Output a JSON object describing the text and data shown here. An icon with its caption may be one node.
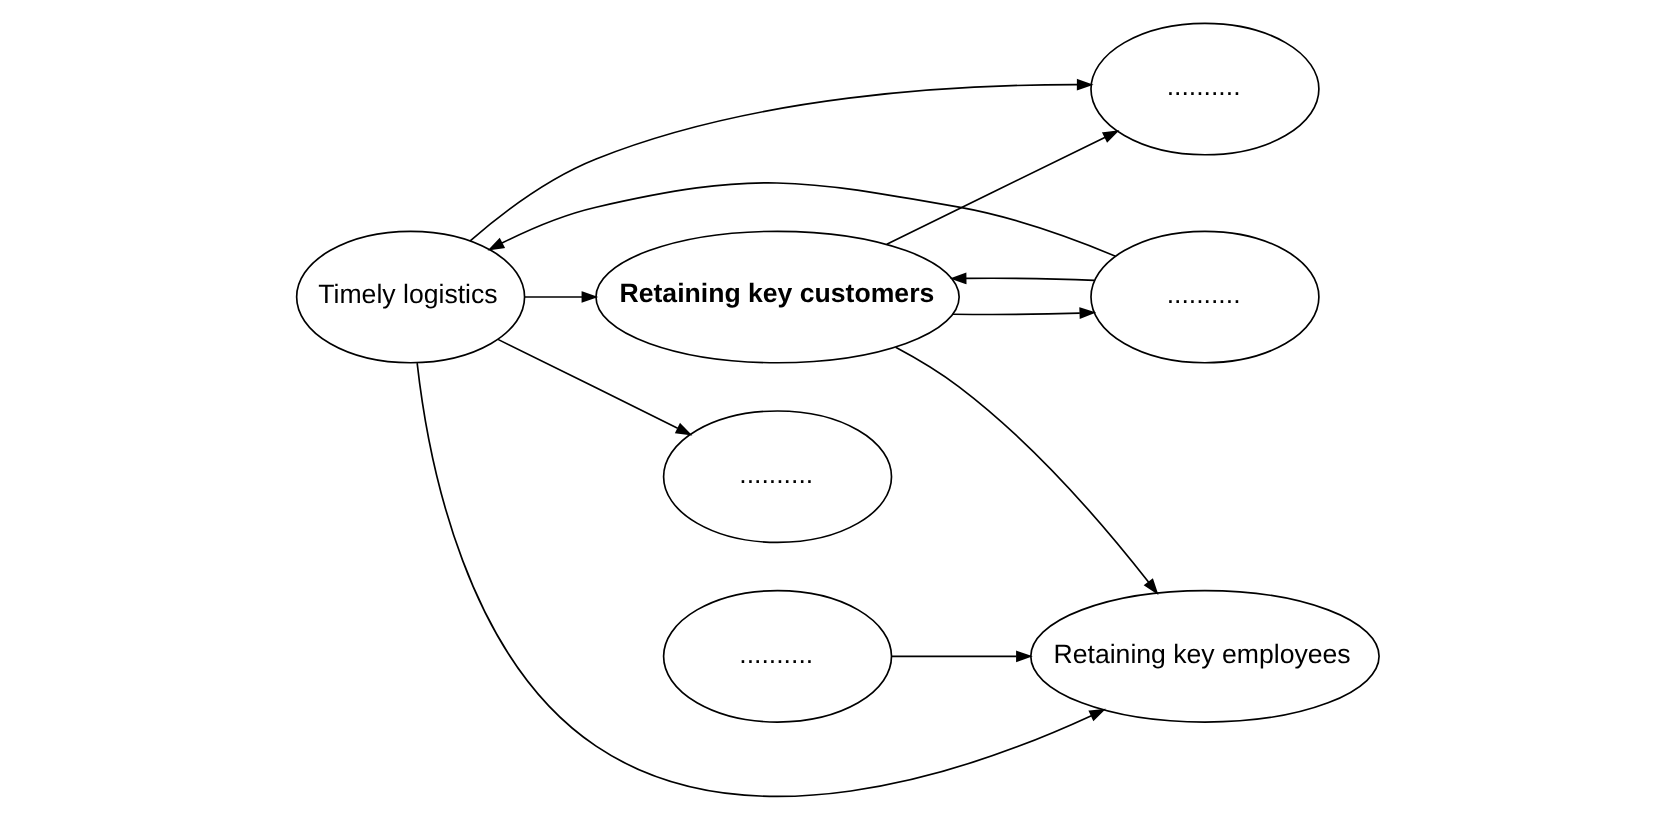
{
  "diagram": {
    "nodes": [
      {
        "text": [
          ".........."
        ]
      },
      {
        "text": [
          ".........."
        ]
      },
      {
        "text": [
          "Retaining key employees"
        ]
      },
      {
        "text": [
          "Timely logistics"
        ]
      },
      {
        "text": [
          "Retaining key customers"
        ]
      },
      {
        "text": [
          ".........."
        ]
      },
      {
        "text": [
          ".........."
        ]
      }
    ],
    "edges": [
      {
        "from": 3,
        "to": 0,
        "arrow": "to"
      },
      {
        "from": 3,
        "to": 1,
        "arrow": "to"
      },
      {
        "from": 3,
        "to": 2,
        "arrow": "to"
      },
      {
        "from": 3,
        "to": 4,
        "arrow": "to"
      },
      {
        "from": 4,
        "to": 1,
        "arrow": "to"
      },
      {
        "from": 4,
        "to": 2,
        "arrow": "to"
      },
      {
        "from": 5,
        "to": 2,
        "arrow": "to"
      },
      {
        "from": 6,
        "to": 3,
        "arrow": "to"
      },
      {
        "from": 6,
        "to": 4,
        "arrow": "to"
      },
      {
        "from": 4,
        "to": 6,
        "arrow": "to"
      }
    ]
  }
}
